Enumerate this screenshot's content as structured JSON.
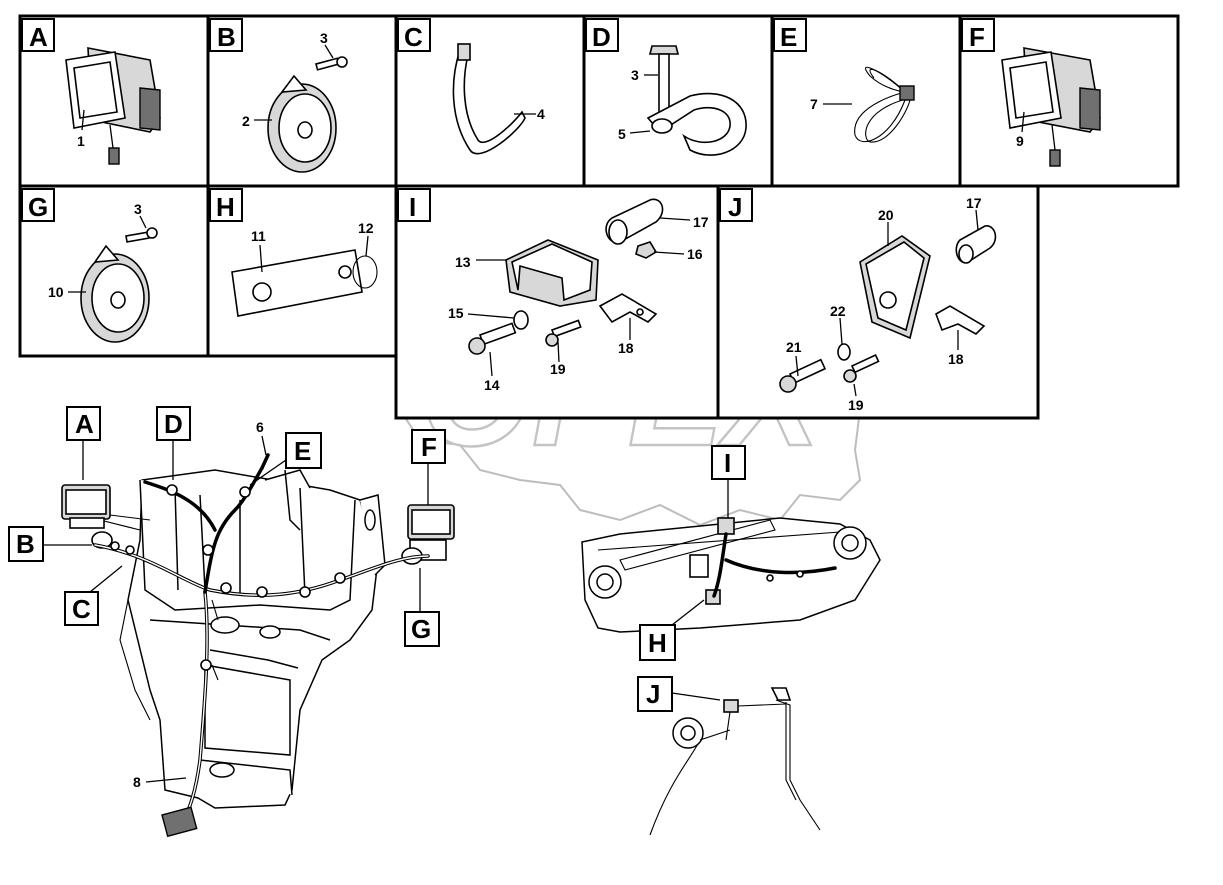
{
  "panels": [
    {
      "id": "A",
      "parts": [
        "1"
      ]
    },
    {
      "id": "B",
      "parts": [
        "3",
        "2"
      ]
    },
    {
      "id": "C",
      "parts": [
        "4"
      ]
    },
    {
      "id": "D",
      "parts": [
        "3",
        "5"
      ]
    },
    {
      "id": "E",
      "parts": [
        "7"
      ]
    },
    {
      "id": "F",
      "parts": [
        "9"
      ]
    },
    {
      "id": "G",
      "parts": [
        "3",
        "10"
      ]
    },
    {
      "id": "H",
      "parts": [
        "11",
        "12"
      ]
    },
    {
      "id": "I",
      "parts": [
        "17",
        "13",
        "16",
        "15",
        "18",
        "14",
        "19"
      ]
    },
    {
      "id": "J",
      "parts": [
        "20",
        "17",
        "22",
        "21",
        "18",
        "19"
      ]
    }
  ],
  "overview_callouts": [
    "A",
    "D",
    "E",
    "B",
    "C",
    "F",
    "G",
    "I",
    "H",
    "J"
  ],
  "overview_parts": [
    "6",
    "8"
  ],
  "watermark": "OPEX"
}
